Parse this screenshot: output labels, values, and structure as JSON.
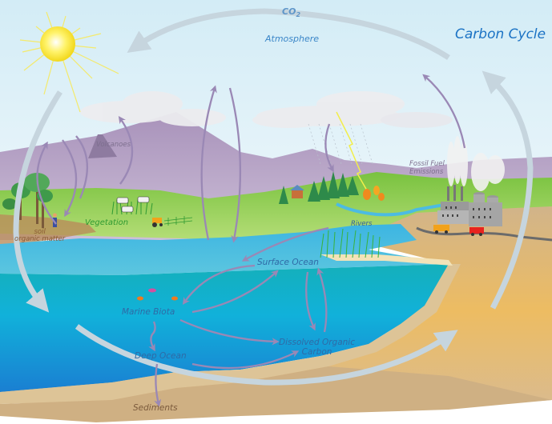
{
  "title": "Carbon Cycle",
  "atmosphere": {
    "label": "Atmosphere",
    "gas": "CO",
    "gas_subscript": "2"
  },
  "labels": {
    "volcanoes": "Volcanoes",
    "vegetation": "Vegetation",
    "soil_line1": "soil",
    "soil_line2": "organic matter",
    "fossil_line1": "Fossil Fuel",
    "fossil_line2": "Emissions",
    "rivers": "Rivers",
    "surface_ocean": "Surface Ocean",
    "marine_biota": "Marine Biota",
    "deep_ocean": "Deep Ocean",
    "doc_line1": "Dissolved Organic",
    "doc_line2": "Carbon",
    "sediments": "Sediments"
  },
  "icons": [
    "sun-icon",
    "cloud-icon",
    "volcano-icon",
    "tree-icon",
    "cow-icon",
    "tractor-icon",
    "farmer-icon",
    "house-icon",
    "fire-icon",
    "lightning-icon",
    "factory-icon",
    "truck-icon",
    "fish-icon",
    "reeds-icon"
  ],
  "colors": {
    "sky_top": "#d8eef6",
    "sky_bottom": "#eef7fb",
    "mountain": "#b5a2c4",
    "land_green": "#8ccf4e",
    "ocean_surface": "#4cc0e0",
    "ocean_deep": "#1b8fd6",
    "sand": "#d9b98a",
    "big_arrow": "#c7d6df",
    "flux_arrow": "#9a88b5",
    "title": "#1a72c4"
  }
}
